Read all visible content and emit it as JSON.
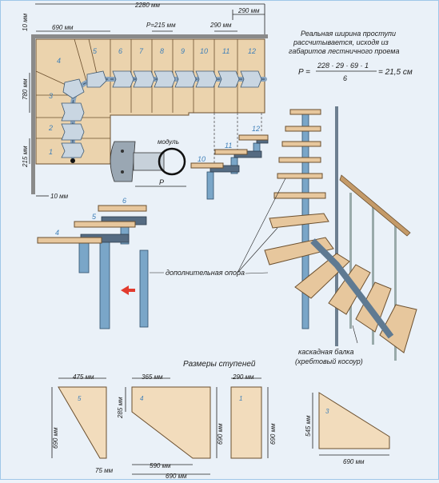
{
  "dimensions": {
    "top_total": "2280 мм",
    "top_right": "290 мм",
    "left_top": "10 мм",
    "tread_690": "690 мм",
    "tread_pitch": "P=215 мм",
    "tread_290": "290 мм",
    "left_780": "780 мм",
    "left_215": "215 мм",
    "bottom_10": "10 мм",
    "module_label": "модуль",
    "module_p": "P"
  },
  "plan_step_numbers": [
    "1",
    "2",
    "3",
    "4",
    "5",
    "6",
    "7",
    "8",
    "9",
    "10",
    "11",
    "12"
  ],
  "formula": {
    "note_line1": "Реальная ширина проступи",
    "note_line2": "рассчитывается, исходя из",
    "note_line3": "габаритов лестничного проема",
    "lhs": "P =",
    "numerator": "228 · 29 · 69 · 1",
    "denominator": "6",
    "result": "= 21,5 см"
  },
  "assembly_steps": {
    "upper": [
      "10",
      "11",
      "12"
    ],
    "lower": [
      "4",
      "5",
      "6"
    ]
  },
  "support_label": "дополнительная опора",
  "beam_label_line1": "каскадная балка",
  "beam_label_line2": "(хребтовый косоур)",
  "sizes_title": "Размеры ступеней",
  "step_shapes": [
    {
      "id": "5",
      "top": "475 мм",
      "side": "690 мм",
      "bottom": "75 мм"
    },
    {
      "id": "4",
      "top": "365 мм",
      "side_small": "285 мм",
      "side": "690 мм",
      "bottom1": "590 мм",
      "bottom2": "690 мм"
    },
    {
      "id": "1",
      "top": "290 мм",
      "side": "690 мм"
    },
    {
      "id": "3",
      "side": "545 мм",
      "bottom": "690 мм"
    }
  ],
  "colors": {
    "wood": "#e7c79d",
    "steel": "#7aa6c8",
    "number_blue": "#3e7fb8",
    "arrow_red": "#e23b2e"
  }
}
